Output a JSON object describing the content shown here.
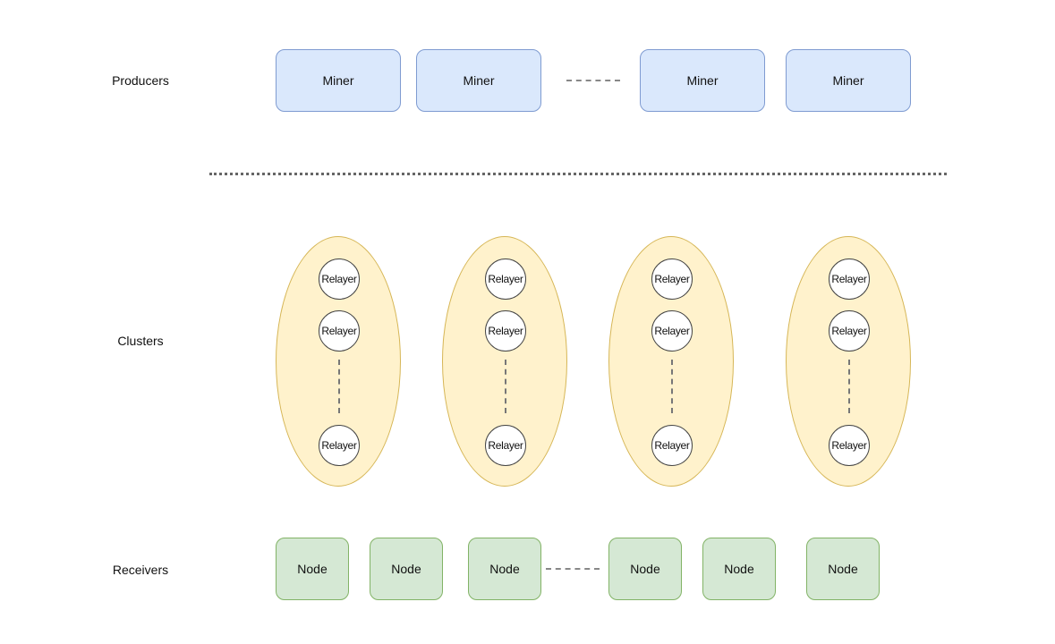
{
  "rows": {
    "producers": "Producers",
    "clusters": "Clusters",
    "receivers": "Receivers"
  },
  "miners": [
    "Miner",
    "Miner",
    "Miner",
    "Miner"
  ],
  "clusters": [
    {
      "relayers": [
        "Relayer",
        "Relayer",
        "Relayer"
      ]
    },
    {
      "relayers": [
        "Relayer",
        "Relayer",
        "Relayer"
      ]
    },
    {
      "relayers": [
        "Relayer",
        "Relayer",
        "Relayer"
      ]
    },
    {
      "relayers": [
        "Relayer",
        "Relayer",
        "Relayer"
      ]
    }
  ],
  "nodes": [
    "Node",
    "Node",
    "Node",
    "Node",
    "Node",
    "Node"
  ],
  "colors": {
    "miner_fill": "#dae8fc",
    "cluster_fill": "#fff2cc",
    "node_fill": "#d5e8d4"
  }
}
